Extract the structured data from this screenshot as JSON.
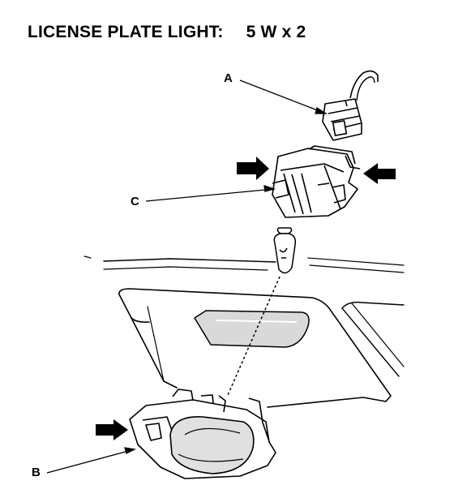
{
  "title": {
    "label": "LICENSE PLATE LIGHT:",
    "spec": "5 W x 2"
  },
  "callouts": {
    "a": "A",
    "b": "B",
    "c": "C"
  },
  "colors": {
    "ink": "#000000",
    "paper": "#ffffff",
    "shade": "#d9d9d9"
  }
}
